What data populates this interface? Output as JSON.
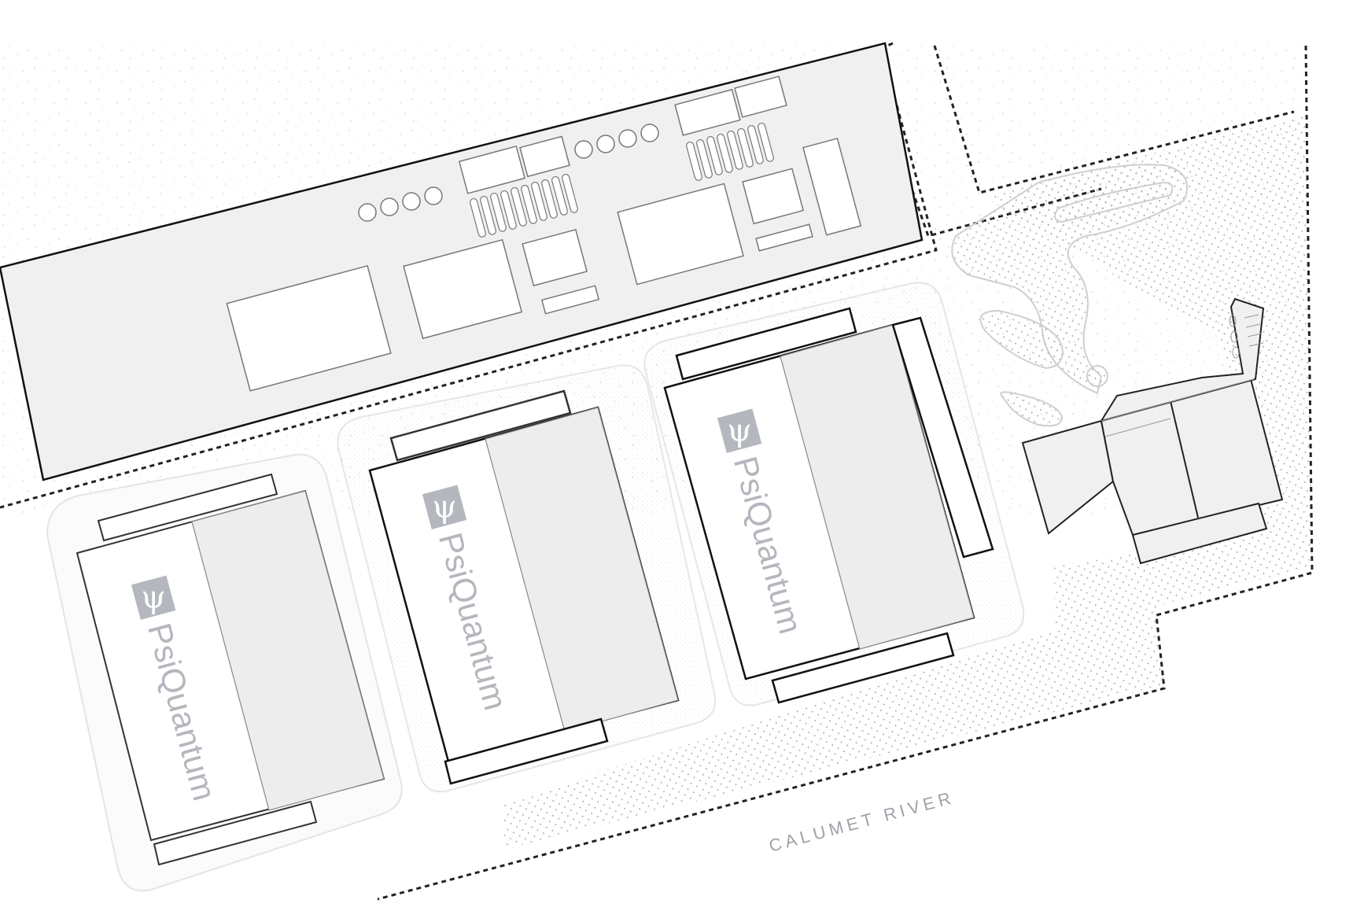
{
  "map": {
    "river_label": "CALUMET RIVER",
    "buildings": [
      {
        "brand": "PsiQuantum",
        "logo_glyph": "ψ"
      },
      {
        "brand": "PsiQuantum",
        "logo_glyph": "ψ"
      },
      {
        "brand": "PsiQuantum",
        "logo_glyph": "ψ"
      }
    ]
  },
  "colors": {
    "roof_shade": "#ededed",
    "line": "#1a1a1a",
    "logo_mark": "#b4b7bd",
    "label": "#9ea2a8"
  }
}
